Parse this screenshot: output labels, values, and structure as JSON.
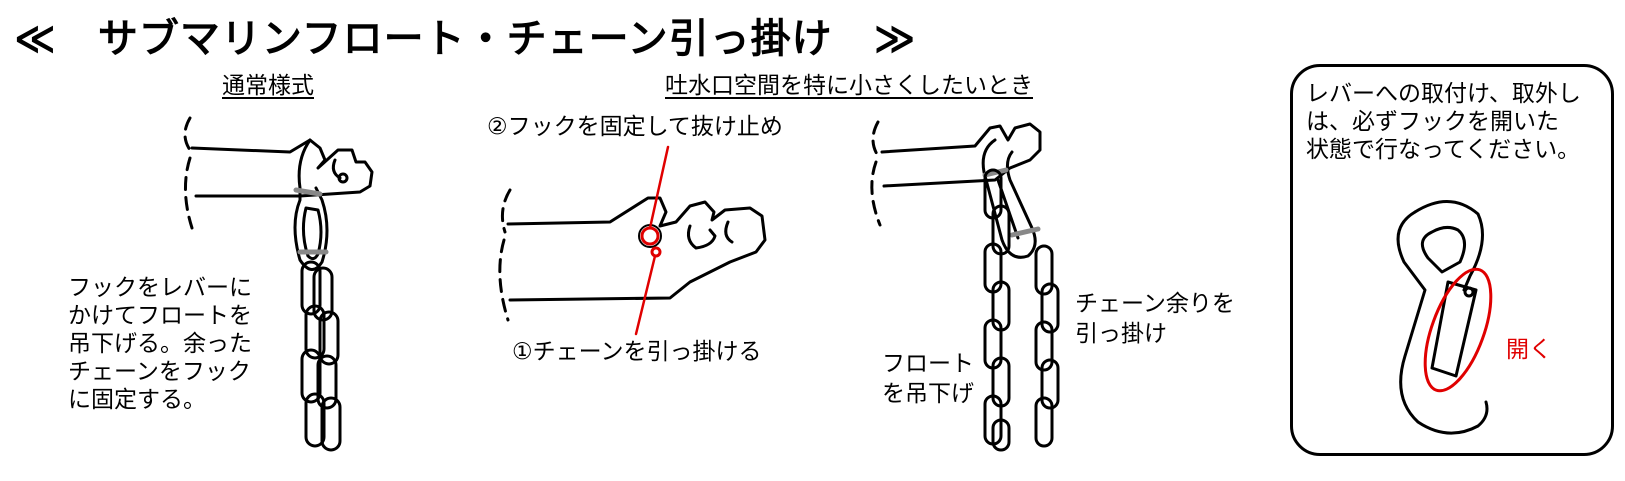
{
  "title": "≪　サブマリンフロート・チェーン引っ掛け　≫",
  "sections": {
    "standard": "通常様式",
    "narrow": "吐水口空間を特に小さくしたいとき"
  },
  "labels": {
    "standard_note": [
      "フックをレバーに",
      "かけてフロートを",
      "吊下げる。余った",
      "チェーンをフック",
      "に固定する。"
    ],
    "step2": "②フックを固定して抜け止め",
    "step1": "①チェーンを引っ掛ける",
    "float_hang": [
      "フロート",
      "を吊下げ"
    ],
    "excess_chain": [
      "チェーン余りを",
      "引っ掛け"
    ]
  },
  "note": {
    "lines": [
      "レバーへの取付け、取外し",
      "は、必ずフックを開いた",
      "状態で行なってください。"
    ],
    "open_label": "開く"
  },
  "colors": {
    "accent": "#e00000",
    "stroke": "#000000"
  }
}
